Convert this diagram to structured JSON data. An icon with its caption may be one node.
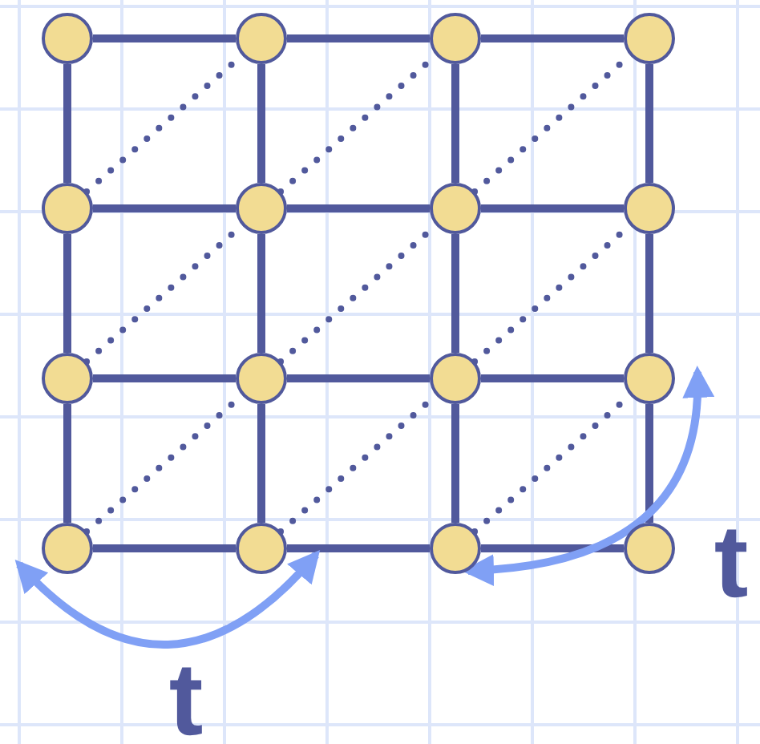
{
  "diagram": {
    "nodes": [
      {
        "text": [],
        "shape": "circle"
      },
      {
        "text": [],
        "shape": "circle"
      },
      {
        "text": [],
        "shape": "circle"
      },
      {
        "text": [],
        "shape": "circle"
      },
      {
        "text": [],
        "shape": "circle"
      },
      {
        "text": [],
        "shape": "circle"
      },
      {
        "text": [],
        "shape": "circle"
      },
      {
        "text": [],
        "shape": "circle"
      },
      {
        "text": [],
        "shape": "circle"
      },
      {
        "text": [],
        "shape": "circle"
      },
      {
        "text": [],
        "shape": "circle"
      },
      {
        "text": [],
        "shape": "circle"
      },
      {
        "text": [],
        "shape": "circle"
      },
      {
        "text": [],
        "shape": "circle"
      },
      {
        "text": [],
        "shape": "circle"
      },
      {
        "text": [],
        "shape": "circle"
      }
    ],
    "edges": [
      {
        "from": 0,
        "to": 1,
        "arrow": "none"
      },
      {
        "from": 1,
        "to": 2,
        "arrow": "none"
      },
      {
        "from": 2,
        "to": 3,
        "arrow": "none"
      },
      {
        "from": 4,
        "to": 5,
        "arrow": "none"
      },
      {
        "from": 5,
        "to": 6,
        "arrow": "none"
      },
      {
        "from": 6,
        "to": 7,
        "arrow": "none"
      },
      {
        "from": 8,
        "to": 9,
        "arrow": "none"
      },
      {
        "from": 9,
        "to": 10,
        "arrow": "none"
      },
      {
        "from": 10,
        "to": 11,
        "arrow": "none"
      },
      {
        "from": 12,
        "to": 13,
        "arrow": "none"
      },
      {
        "from": 13,
        "to": 14,
        "arrow": "none"
      },
      {
        "from": 14,
        "to": 15,
        "arrow": "none"
      },
      {
        "from": 0,
        "to": 4,
        "arrow": "none"
      },
      {
        "from": 4,
        "to": 8,
        "arrow": "none"
      },
      {
        "from": 8,
        "to": 12,
        "arrow": "none"
      },
      {
        "from": 1,
        "to": 5,
        "arrow": "none"
      },
      {
        "from": 5,
        "to": 9,
        "arrow": "none"
      },
      {
        "from": 9,
        "to": 13,
        "arrow": "none"
      },
      {
        "from": 2,
        "to": 6,
        "arrow": "none"
      },
      {
        "from": 6,
        "to": 10,
        "arrow": "none"
      },
      {
        "from": 10,
        "to": 14,
        "arrow": "none"
      },
      {
        "from": 3,
        "to": 7,
        "arrow": "none"
      },
      {
        "from": 7,
        "to": 11,
        "arrow": "none"
      },
      {
        "from": 11,
        "to": 15,
        "arrow": "none"
      },
      {
        "from": 4,
        "to": 1,
        "arrow": "none",
        "style": "dashed"
      },
      {
        "from": 5,
        "to": 2,
        "arrow": "none",
        "style": "dashed"
      },
      {
        "from": 6,
        "to": 3,
        "arrow": "none",
        "style": "dashed"
      },
      {
        "from": 8,
        "to": 5,
        "arrow": "none",
        "style": "dashed"
      },
      {
        "from": 9,
        "to": 6,
        "arrow": "none",
        "style": "dashed"
      },
      {
        "from": 10,
        "to": 7,
        "arrow": "none",
        "style": "dashed"
      },
      {
        "from": 12,
        "to": 9,
        "arrow": "none",
        "style": "dashed"
      },
      {
        "from": 13,
        "to": 10,
        "arrow": "none",
        "style": "dashed"
      },
      {
        "from": 14,
        "to": 11,
        "arrow": "none",
        "style": "dashed"
      },
      {
        "from": 12,
        "to": 13,
        "arrow": "both",
        "label": "t",
        "color": "#80a0f5"
      },
      {
        "from": 14,
        "to": 11,
        "arrow": "both",
        "label": "t",
        "color": "#80a0f5"
      }
    ]
  }
}
